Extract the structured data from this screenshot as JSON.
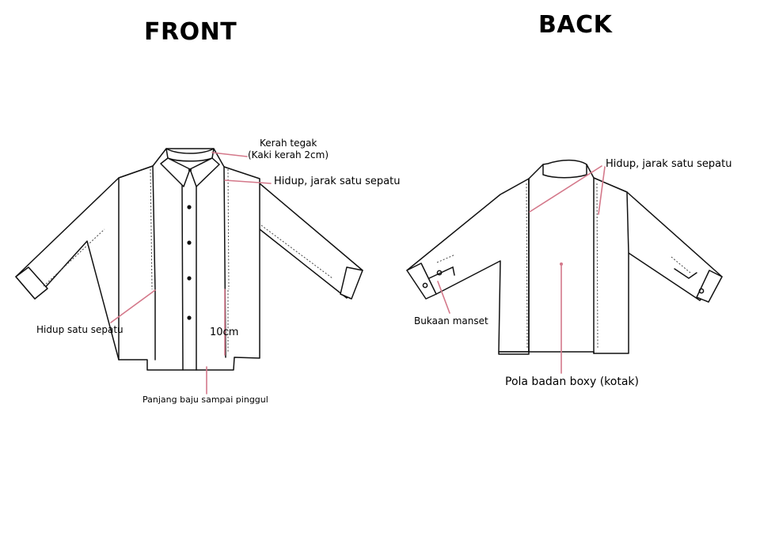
{
  "front": {
    "title": "FRONT",
    "callouts": {
      "collar_line1": "Kerah tegak",
      "collar_line2": "(Kaki kerah 2cm)",
      "pleat": "Hidup, jarak satu sepatu",
      "side_pleat": "Hidup satu sepatu",
      "pleat_measure": "10cm",
      "length": "Panjang baju sampai pinggul"
    }
  },
  "back": {
    "title": "BACK",
    "callouts": {
      "pleat": "Hidup, jarak satu sepatu",
      "cuff_opening": "Bukaan manset",
      "body_pattern": "Pola badan boxy (kotak)"
    }
  },
  "colors": {
    "leader": "#d4788a",
    "outline": "#111111"
  }
}
